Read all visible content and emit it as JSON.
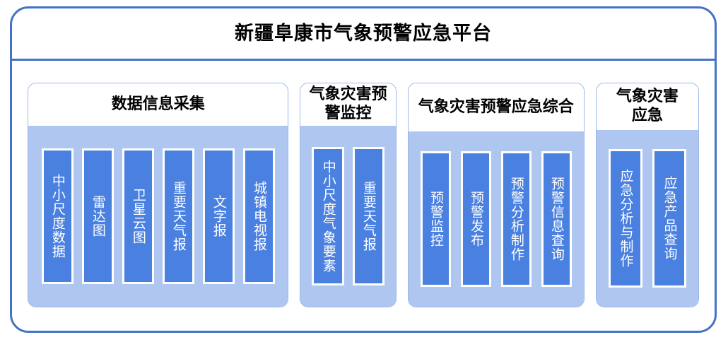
{
  "header": {
    "title": "新疆阜康市气象预警应急平台"
  },
  "colors": {
    "frame_border": "#4472C4",
    "panel_border": "#9CB8E8",
    "panel_body": "#AEC6F0",
    "item_fill": "#4A80E0",
    "item_border": "#FFFFFF",
    "item_text": "#FFFFFF",
    "title_text": "#000000",
    "background": "#FFFFFF"
  },
  "groups": [
    {
      "title": "数据信息采集",
      "items": [
        {
          "label": "中小尺度数据"
        },
        {
          "label": "雷达图"
        },
        {
          "label": "卫星云图"
        },
        {
          "label": "重要天气报"
        },
        {
          "label": "文字报"
        },
        {
          "label": "城镇电视报"
        }
      ]
    },
    {
      "title": "气象灾害预\n警监控",
      "items": [
        {
          "label": "中小尺度气象要素"
        },
        {
          "label": "重要天气报"
        }
      ]
    },
    {
      "title": "气象灾害预警应急综合",
      "items": [
        {
          "label": "预警监控"
        },
        {
          "label": "预警发布"
        },
        {
          "label": "预警分析制作"
        },
        {
          "label": "预警信息查询"
        }
      ]
    },
    {
      "title": "气象灾害\n应急",
      "items": [
        {
          "label": "应急分析与制作"
        },
        {
          "label": "应急产品查询"
        }
      ]
    }
  ]
}
